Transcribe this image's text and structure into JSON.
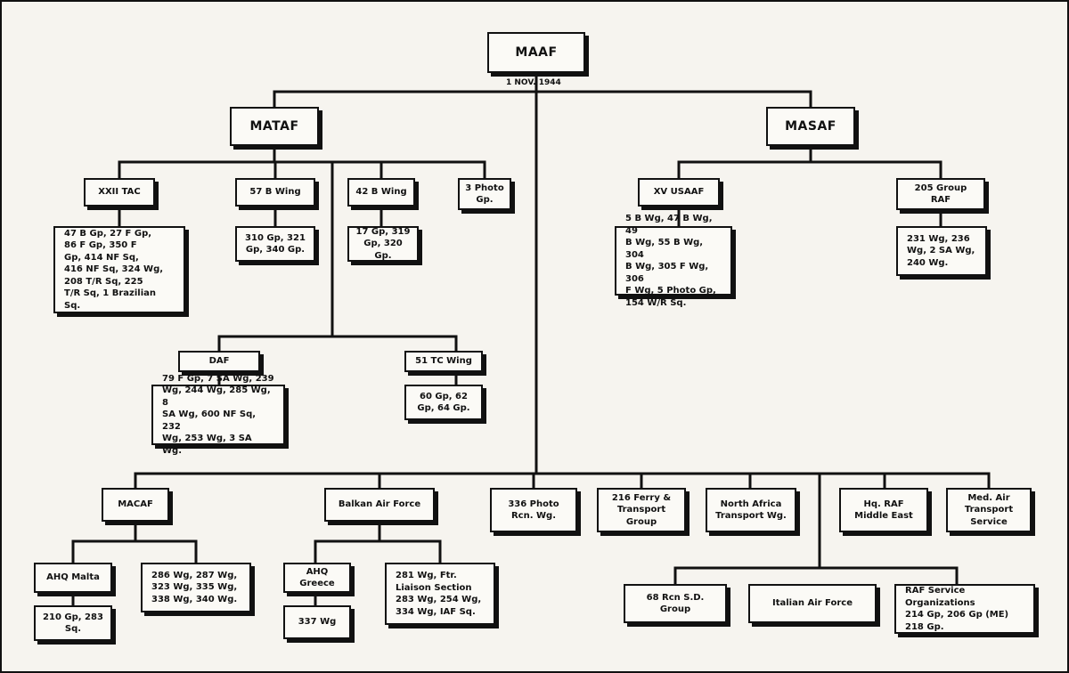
{
  "diagram": {
    "date": "1 NOV. 1944",
    "nodes": {
      "maaf": "MAAF",
      "mataf": "MATAF",
      "masaf": "MASAF",
      "xxii_tac": "XXII TAC",
      "b57": "57 B Wing",
      "b42": "42 B Wing",
      "photo3": "3 Photo\nGp.",
      "xv_usaaf": "XV USAAF",
      "g205": "205 Group\nRAF",
      "xxii_units": "47 B Gp, 27 F Gp,\n86 F Gp, 350 F\nGp, 414 NF Sq,\n416 NF Sq, 324 Wg,\n208 T/R Sq, 225\nT/R Sq, 1 Brazilian\nSq.",
      "b57_units": "310 Gp, 321\nGp, 340 Gp.",
      "b42_units": "17 Gp, 319\nGp, 320 Gp.",
      "xv_units": "5 B Wg, 47 B Wg, 49\nB Wg, 55 B Wg, 304\nB Wg, 305 F Wg, 306\nF Wg, 5 Photo Gp,\n154 W/R Sq.",
      "g205_units": "231 Wg, 236\nWg, 2 SA Wg,\n240 Wg.",
      "daf": "DAF",
      "tc51": "51 TC Wing",
      "daf_units": "79 F Gp, 7 SA Wg, 239\nWg, 244 Wg, 285 Wg, 8\nSA Wg, 600 NF Sq, 232\nWg, 253 Wg, 3 SA Wg.",
      "tc51_units": "60 Gp, 62\nGp, 64 Gp.",
      "macaf": "MACAF",
      "balkan": "Balkan Air Force",
      "photo336": "336 Photo\nRcn. Wg.",
      "ferry216": "216 Ferry &\nTransport\nGroup",
      "nat": "North Africa\nTransport Wg.",
      "hq_raf": "Hq. RAF\nMiddle East",
      "med_air": "Med. Air\nTransport\nService",
      "ahq_malta": "AHQ Malta",
      "malta_units": "286 Wg, 287 Wg,\n323 Wg, 335 Wg,\n338 Wg, 340 Wg.",
      "malta_sub": "210 Gp, 283\nSq.",
      "ahq_greece": "AHQ Greece",
      "greece_sub": "337 Wg",
      "balkan_units": "281 Wg, Ftr.\nLiaison Section\n283 Wg, 254 Wg,\n334 Wg, IAF Sq.",
      "rcn68": "68 Rcn S.D.\nGroup",
      "italian": "Italian Air Force",
      "raf_service": "RAF Service Organizations\n214 Gp, 206 Gp (ME)\n218 Gp."
    }
  }
}
